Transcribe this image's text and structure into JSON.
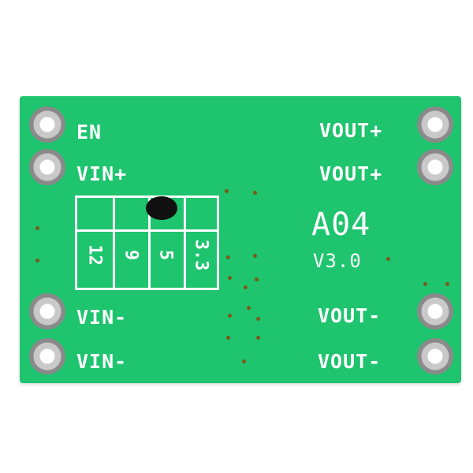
{
  "board": {
    "color": "#1ec46e",
    "left_labels": [
      "EN",
      "VIN+",
      "VIN-",
      "VIN-"
    ],
    "right_labels": [
      "VOUT+",
      "VOUT+",
      "VOUT-",
      "VOUT-"
    ],
    "model": "A04",
    "version": "V3.0",
    "voltage_options": [
      "12",
      "9",
      "5",
      "3.3"
    ]
  }
}
